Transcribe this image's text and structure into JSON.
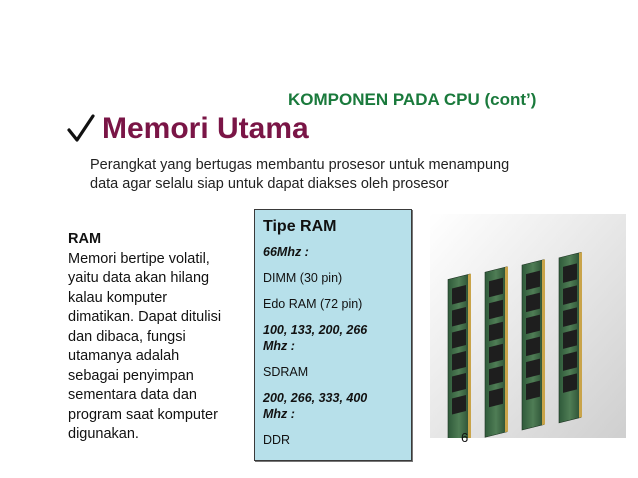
{
  "slide": {
    "header_title": "KOMPONEN PADA CPU (cont’)",
    "heading": "Memori Utama",
    "intro_lines": [
      "Perangkat yang bertugas membantu prosesor untuk menampung",
      "data agar selalu siap untuk dapat diakses oleh prosesor"
    ],
    "ram": {
      "title": "RAM",
      "lines": [
        "Memori bertipe volatil,",
        "yaitu data akan hilang",
        "kalau komputer",
        "dimatikan. Dapat ditulisi",
        "dan dibaca, fungsi",
        "utamanya adalah",
        "sebagai penyimpan",
        "sementara data dan",
        "program saat komputer",
        "digunakan."
      ]
    },
    "types_box": {
      "title": "Tipe RAM",
      "items": [
        {
          "lines": [
            "66Mhz :"
          ],
          "emph": true
        },
        {
          "lines": [
            "DIMM (30 pin)"
          ],
          "emph": false
        },
        {
          "lines": [
            "Edo RAM (72 pin)"
          ],
          "emph": false
        },
        {
          "lines": [
            "100, 133, 200, 266",
            "Mhz :"
          ],
          "emph": true
        },
        {
          "lines": [
            "SDRAM"
          ],
          "emph": false
        },
        {
          "lines": [
            "200, 266, 333, 400",
            "Mhz :"
          ],
          "emph": true
        },
        {
          "lines": [
            "DDR"
          ],
          "emph": false
        }
      ]
    },
    "page_number": "6",
    "colors": {
      "header": "#1a7a3c",
      "heading": "#7a1546",
      "box_bg": "#b7e0ea"
    }
  }
}
